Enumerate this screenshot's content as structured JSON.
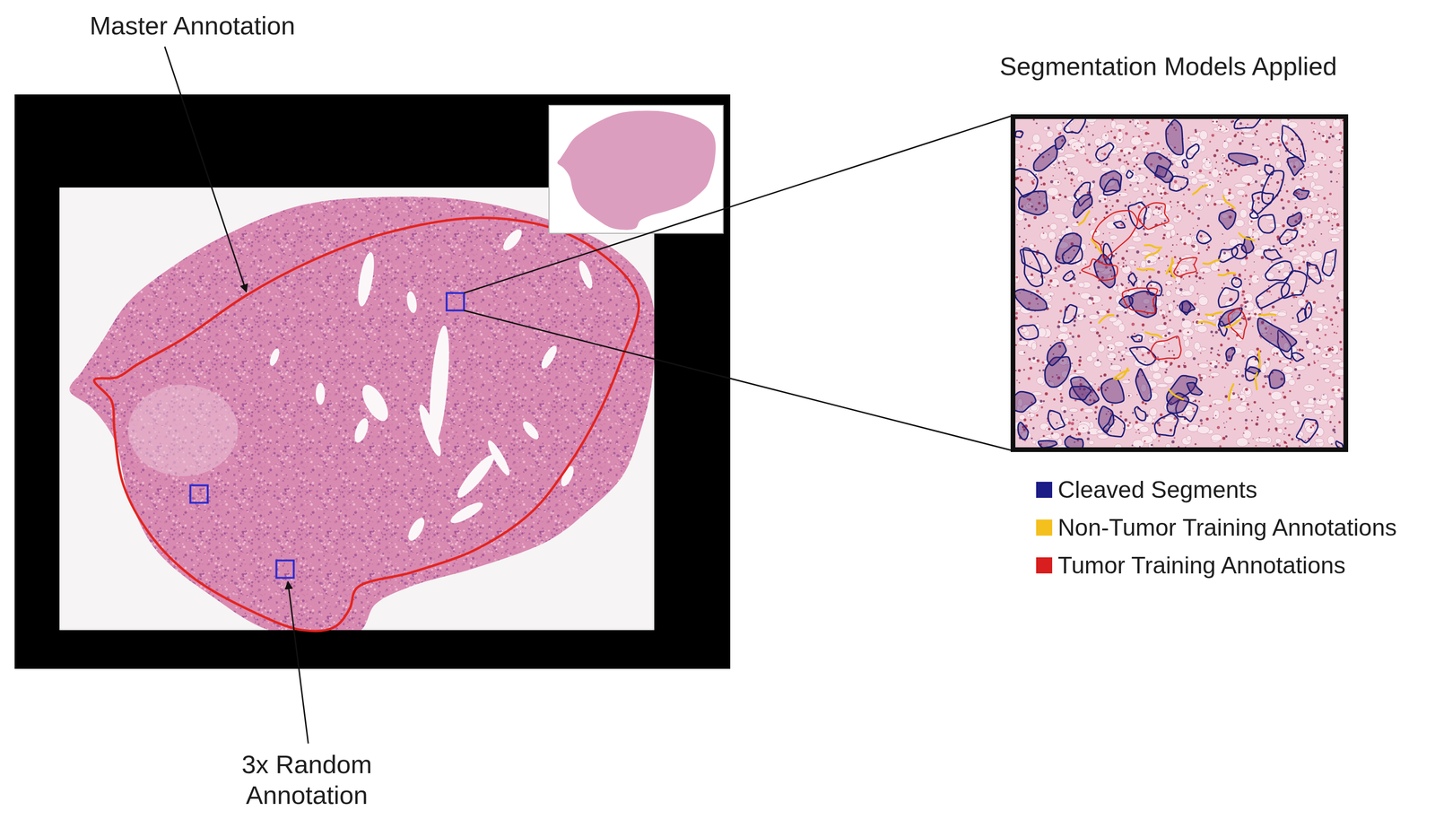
{
  "diagram": {
    "nodes": [
      {
        "text": [
          "Segmentation Models Applied"
        ]
      }
    ],
    "labels": [
      "Master Annotation",
      "3x Random Annotation"
    ],
    "legend": [
      {
        "text": "Cleaved Segments",
        "color": "#1c1c86"
      },
      {
        "text": "Non-Tumor Training Annotations",
        "color": "#f4c01e"
      },
      {
        "text": "Tumor Training Annotations",
        "color": "#d81e1e"
      }
    ]
  }
}
